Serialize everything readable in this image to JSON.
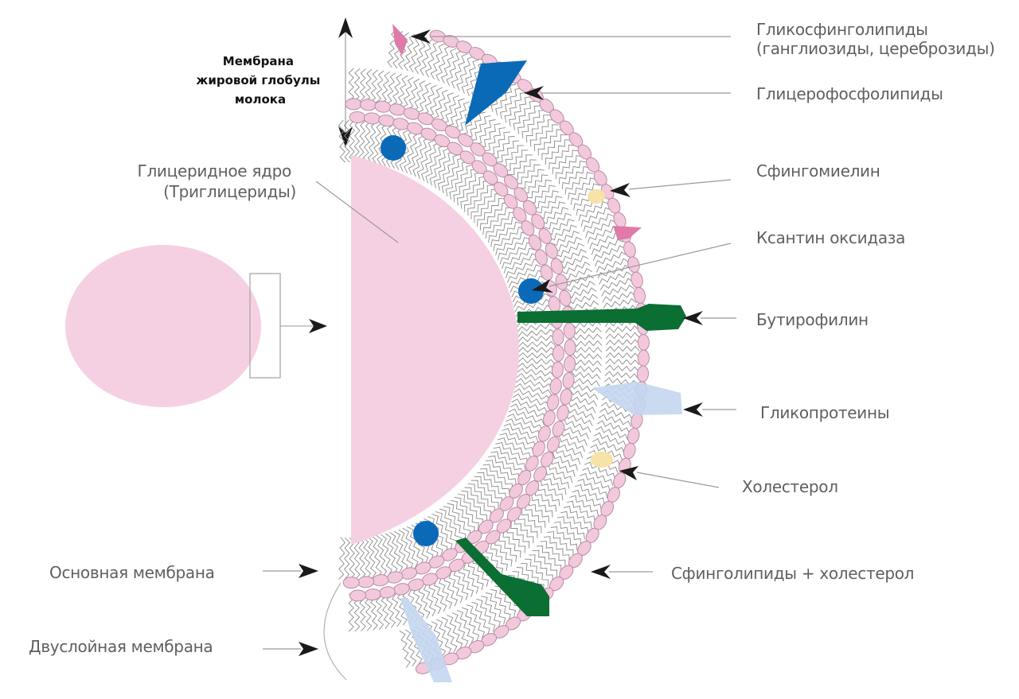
{
  "diagram": {
    "title": "Мембрана жировой глобулы молока",
    "title_lines": [
      "Мембрана",
      "жировой глобулы",
      "молока"
    ],
    "core_label_lines": [
      "Глицеридное ядро",
      "(Триглицериды)"
    ],
    "labels": {
      "glycosphingolipids": [
        "Гликосфинголипиды",
        "(ганглиозиды, цереброзиды)"
      ],
      "glycerophospholipids": "Глицерофосфолипиды",
      "sphingomyelin": "Сфингомиелин",
      "xanthine_oxidase": "Ксантин оксидаза",
      "butyrophilin": "Бутирофилин",
      "glycoproteins": "Гликопротеины",
      "cholesterol": "Холестерол",
      "sphingolipids_cholesterol": "Сфинголипиды + холестерол",
      "primary_membrane": "Основная мембрана",
      "bilayer_membrane": "Двуслойная мембрана"
    },
    "colors": {
      "core_pink": "#f5d0e2",
      "phospholipid_head": "#f2c9dc",
      "glycosphingolipid": "#e07aa8",
      "glycerophospholipid_protein": "#0a6ab8",
      "xanthine_oxidase": "#0a6ab8",
      "butyrophilin": "#0b6e33",
      "glycoprotein": "#c3d6ef",
      "cholesterol": "#f7e2a8",
      "label_text": "#5f5f5f",
      "title_text": "#111111"
    }
  }
}
